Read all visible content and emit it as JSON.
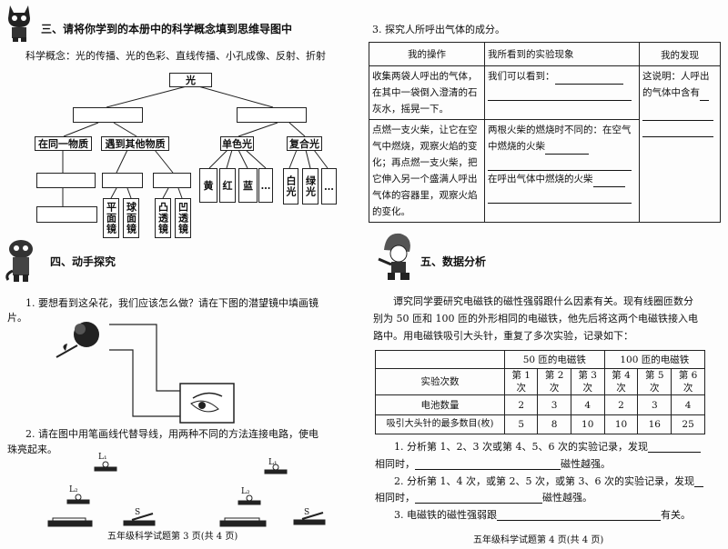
{
  "left_page": {
    "section3": {
      "title": "三、请将你学到的本册中的科学概念填到思维导图中",
      "concepts": "科学概念：光的传播、光的色彩、直线传播、小孔成像、反射、折射",
      "mindmap": {
        "root": "光",
        "same_medium": "在同一物质",
        "other_medium": "遇到其他物质",
        "mono": "单色光",
        "compound": "复合光",
        "mirrors": [
          "平面镜",
          "球面镜",
          "凸透镜",
          "凹透镜"
        ],
        "mono_colors": [
          "黄",
          "红",
          "蓝",
          "…"
        ],
        "compound_colors": [
          "白光",
          "绿光",
          "…"
        ]
      }
    },
    "section4": {
      "title": "四、动手探究",
      "q1": "1. 要想看到这朵花，我们应该怎么做？请在下图的潜望镜中填画镜",
      "q1_cont": "片。",
      "q2": "2.  请在图中用笔画线代替导线，用两种不同的方法连接电路，使电",
      "q2_cont": "珠亮起来。",
      "labels": {
        "l1": "L₁",
        "l2": "L₂",
        "s": "S"
      }
    },
    "footer": "五年级科学试题第 3 页(共 4 页)"
  },
  "right_page": {
    "q3": {
      "title": "3. 探究人所呼出气体的成分。",
      "headers": [
        "我的操作",
        "我所看到的实验现象",
        "我的发现"
      ],
      "row1_op": "收集两袋人呼出的气体，在其中一袋倒入澄清的石灰水，摇晃一下。",
      "row1_obs": "我们可以看到：",
      "row2_op": "点燃一支火柴，让它在空气中燃烧，观察火焰的变化；再点燃一支火柴，把它伸入另一个盛满人呼出气体的容器里，观察火焰的变化。",
      "row2_obs1": "两根火柴的燃烧时不同的：在空气中燃烧的火柴",
      "row2_obs2": "在呼出气体中燃烧的火柴",
      "finding": "这说明：人呼出的气体中含有"
    },
    "section5": {
      "title": "五、数据分析",
      "intro": "谭究同学要研究电磁铁的磁性强弱跟什么因素有关。现有线圈匝数分别为 50 匝和 100 匝的外形相同的电磁铁，他先后将这两个电磁铁接入电路中。用电磁铁吸引大头针，重复了多次实验，记录如下：",
      "table": {
        "group_headers": [
          "50 匝的电磁铁",
          "100 匝的电磁铁"
        ],
        "rows": [
          {
            "label": "实验次数",
            "values": [
              "第 1 次",
              "第 2 次",
              "第 3 次",
              "第 4 次",
              "第 5 次",
              "第 6 次"
            ]
          },
          {
            "label": "电池数量",
            "values": [
              "2",
              "3",
              "4",
              "2",
              "3",
              "4"
            ]
          },
          {
            "label": "吸引大头针的最多数目(枚)",
            "values": [
              "5",
              "8",
              "10",
              "10",
              "16",
              "25"
            ]
          }
        ]
      },
      "q1a": "1. 分析第 1、2、3 次或第 4、5、6 次的实验记录，发现",
      "q1b_pre": "相同时，",
      "q1b_post": "磁性越强。",
      "q2a": "2. 分析第 1、4 次，或第 2、5 次，或第 3、6 次的实验记录，发现",
      "q2b_pre": "相同时，",
      "q2b_post": "磁性越强。",
      "q3_pre": "3. 电磁铁的磁性强弱跟",
      "q3_post": "有关。"
    },
    "footer": "五年级科学试题第 4 页(共 4 页)"
  }
}
